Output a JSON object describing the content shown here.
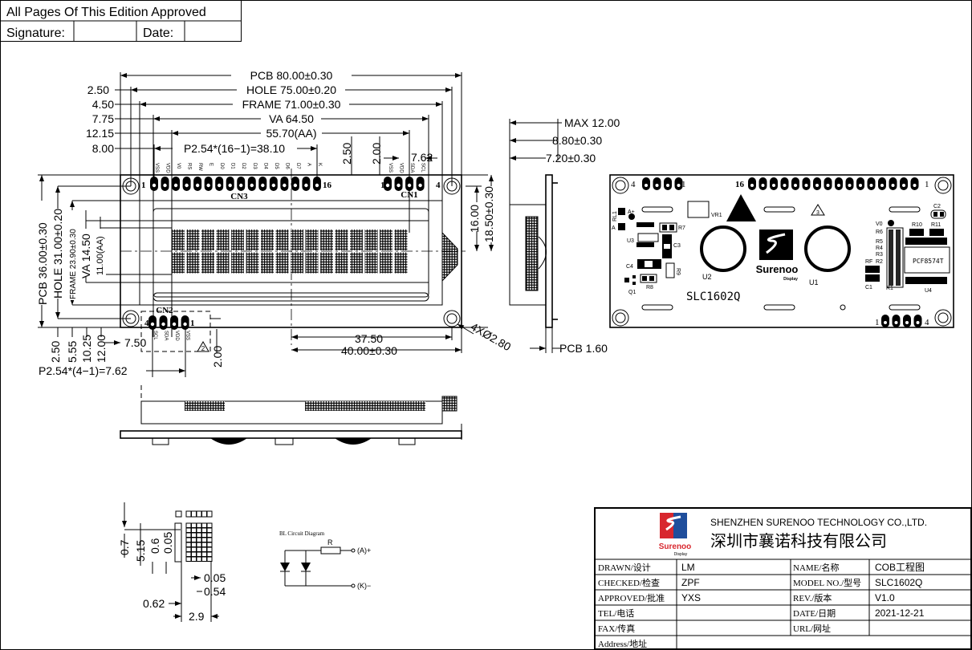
{
  "approval": {
    "title": "All Pages Of This Edition Approved",
    "signature_label": "Signature:",
    "signature_value": "",
    "date_label": "Date:",
    "date_value": ""
  },
  "front_view": {
    "top_dims": {
      "pcb": "PCB  80.00±0.30",
      "hole": "HOLE  75.00±0.20",
      "frame": "FRAME  71.00±0.30",
      "va": "VA  64.50",
      "aa": "55.70(AA)",
      "pitch": "P2.54*(16−1)=38.10"
    },
    "top_offsets": [
      "2.50",
      "4.50",
      "7.75",
      "12.15",
      "8.00"
    ],
    "cn1_offsets": {
      "a": "2.50",
      "b": "2.00",
      "c": "7.62"
    },
    "cn3": {
      "name": "CN3",
      "first": "1",
      "last": "16",
      "pins": [
        "VSS",
        "VDD",
        "V0",
        "RS",
        "RW",
        "E",
        "D0",
        "D1",
        "D2",
        "D3",
        "D4",
        "D5",
        "D6",
        "D7",
        "A",
        "K"
      ]
    },
    "cn1": {
      "name": "CN1",
      "first": "1",
      "last": "4",
      "pins": [
        "VSS",
        "VDD",
        "SDA",
        "SCL"
      ]
    },
    "cn2": {
      "name": "CN2",
      "first": "4",
      "last": "1",
      "pins": [
        "SCL",
        "SDA",
        "VDD",
        "VSS"
      ]
    },
    "left_dims": {
      "pcb": "PCB  36.00±0.30",
      "hole": "HOLE  31.00±0.20",
      "frame": "FRAME  23.90±0.30",
      "va": "VA  14.50",
      "aa": "11.00(AA)"
    },
    "bottom_offsets": [
      "2.50",
      "5.55",
      "10.25",
      "12.00"
    ],
    "cn2_offset": "7.50",
    "cn2_pitch": "P2.54*(4−1)=7.62",
    "cn2_vert": "2.00",
    "note_mark": "2",
    "right_dims": {
      "inner": "16.00",
      "outer": "18.50±0.30"
    },
    "bottom_dims": {
      "half_hole": "37.50",
      "half_pcb": "40.00±0.30",
      "holes": "4XØ2.80"
    }
  },
  "side_view": {
    "max": "MAX  12.00",
    "module": "8.80±0.30",
    "frame": "7.20±0.30",
    "pcb": "PCB  1.60"
  },
  "back_view": {
    "model": "SLC1602Q",
    "ic": "PCF8574T",
    "note_mark": "3",
    "brand": "Surenoo",
    "brand_sub": "Display",
    "pin_nums": {
      "j4_left": "4",
      "j4_right": "1",
      "j16_left": "16",
      "j16_right": "1",
      "j4b_left": "1",
      "j4b_right": "4"
    },
    "labels": {
      "rl": "RL1",
      "ap": "A+",
      "a": "A",
      "r7": "R7",
      "u3": "U3",
      "c3": "C3",
      "c4": "C4",
      "r9": "R9",
      "r8": "R8",
      "q1": "Q1",
      "vr1": "VR1",
      "u2": "U2",
      "u1": "U1",
      "c2": "C2",
      "v0": "V0",
      "r10": "R10",
      "r11": "R11",
      "r6": "R6",
      "r5": "R5",
      "r4": "R4",
      "r3": "R3",
      "r2": "R2",
      "rf": "RF",
      "c1": "C1",
      "r1": "R1",
      "u4": "U4"
    }
  },
  "detail": {
    "d07": "0.7",
    "d515": "5.15",
    "d06": "0.6",
    "d005a": "0.05",
    "d005b": "0.05",
    "d054": "0.54",
    "d062": "0.62",
    "d29": "2.9"
  },
  "bl_circuit": {
    "title": "BL Circuit Diagram",
    "r": "R",
    "anode": "(A)+",
    "cathode": "(K)−"
  },
  "title_block": {
    "company_en": "SHENZHEN SURENOO TECHNOLOGY CO.,LTD.",
    "company_cn": "深圳市襄诺科技有限公司",
    "logo_text": "Surenoo",
    "logo_sub": "Display",
    "rows": [
      {
        "l1": "DRAWN/设计",
        "v1": "LM",
        "l2": "NAME/名称",
        "v2": "COB工程图"
      },
      {
        "l1": "CHECKED/检查",
        "v1": "ZPF",
        "l2": "MODEL NO./型号",
        "v2": "SLC1602Q"
      },
      {
        "l1": "APPROVED/批准",
        "v1": "YXS",
        "l2": "REV./版本",
        "v2": "V1.0"
      },
      {
        "l1": "TEL/电话",
        "v1": "",
        "l2": "DATE/日期",
        "v2": "2021-12-21"
      },
      {
        "l1": "FAX/传真",
        "v1": "",
        "l2": "URL/网址",
        "v2": ""
      },
      {
        "l1": "Address/地址",
        "v1": ""
      }
    ]
  },
  "colors": {
    "line": "#000000",
    "logo_red": "#d8272e",
    "logo_blue": "#1f4e9c"
  }
}
